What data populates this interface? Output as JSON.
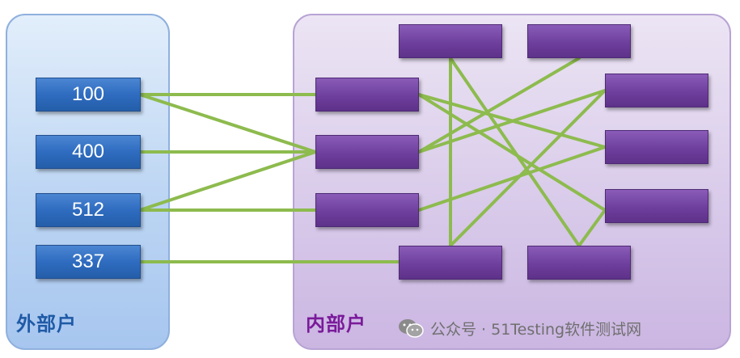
{
  "outer_group": {
    "label": "外部户",
    "items": [
      "100",
      "400",
      "512",
      "337"
    ]
  },
  "inner_group": {
    "label": "内部户"
  },
  "watermark": {
    "icon": "wechat-icon",
    "text": "公众号 · 51Testing软件测试网"
  },
  "colors": {
    "connector": "#8dbb4e",
    "outer_box": "#2f6cc0",
    "inner_box": "#6e3f9d",
    "outer_panel": "#bcd5f3",
    "inner_panel": "#d9cbea"
  }
}
